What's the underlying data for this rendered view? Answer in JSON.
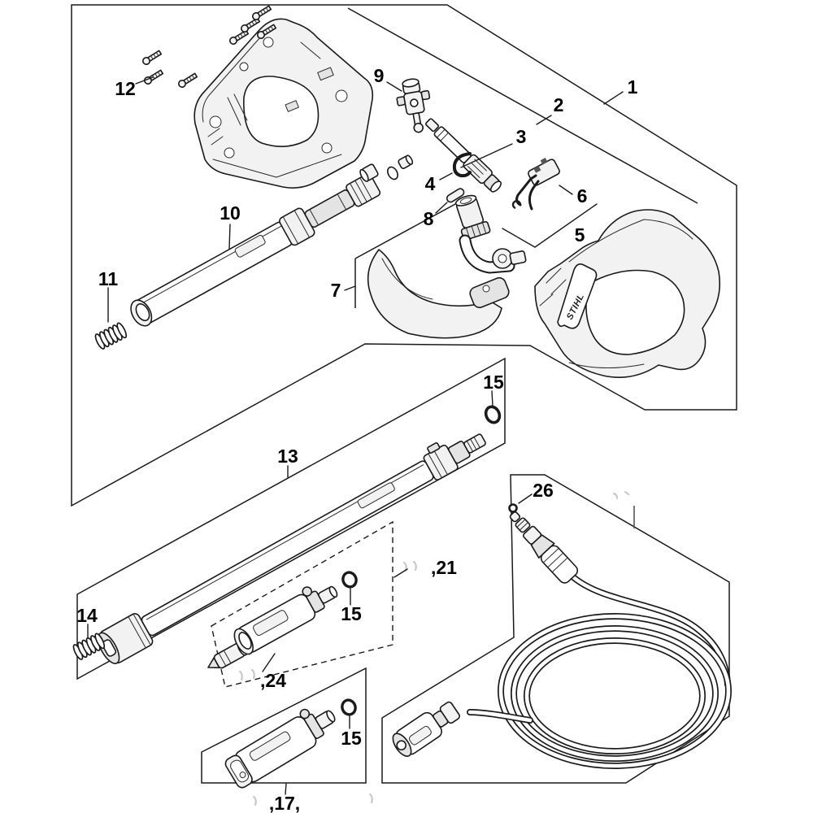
{
  "diagram": {
    "type": "exploded-parts-diagram",
    "brand_text": "STIHL",
    "colors": {
      "background": "#ffffff",
      "line": "#1a1a1a",
      "label": "#000000",
      "part_fill": "#f2f2f2",
      "erased_ghost": "#c9c9c9"
    },
    "callouts": [
      {
        "name": "callout-1",
        "label": "1"
      },
      {
        "name": "callout-2",
        "label": "2"
      },
      {
        "name": "callout-3",
        "label": "3"
      },
      {
        "name": "callout-4",
        "label": "4"
      },
      {
        "name": "callout-5",
        "label": "5"
      },
      {
        "name": "callout-6",
        "label": "6"
      },
      {
        "name": "callout-7",
        "label": "7"
      },
      {
        "name": "callout-8",
        "label": "8"
      },
      {
        "name": "callout-9",
        "label": "9"
      },
      {
        "name": "callout-10",
        "label": "10"
      },
      {
        "name": "callout-11",
        "label": "11"
      },
      {
        "name": "callout-12",
        "label": "12"
      },
      {
        "name": "callout-13",
        "label": "13"
      },
      {
        "name": "callout-14",
        "label": "14"
      },
      {
        "name": "callout-15-lance",
        "label": "15"
      },
      {
        "name": "callout-15-nozzle-upper",
        "label": "15"
      },
      {
        "name": "callout-15-nozzle-lower",
        "label": "15"
      },
      {
        "name": "callout-17-partial",
        "label": ",17,"
      },
      {
        "name": "callout-21-partial",
        "label": ",21"
      },
      {
        "name": "callout-24-partial",
        "label": ",24"
      },
      {
        "name": "callout-26",
        "label": "26"
      }
    ]
  }
}
